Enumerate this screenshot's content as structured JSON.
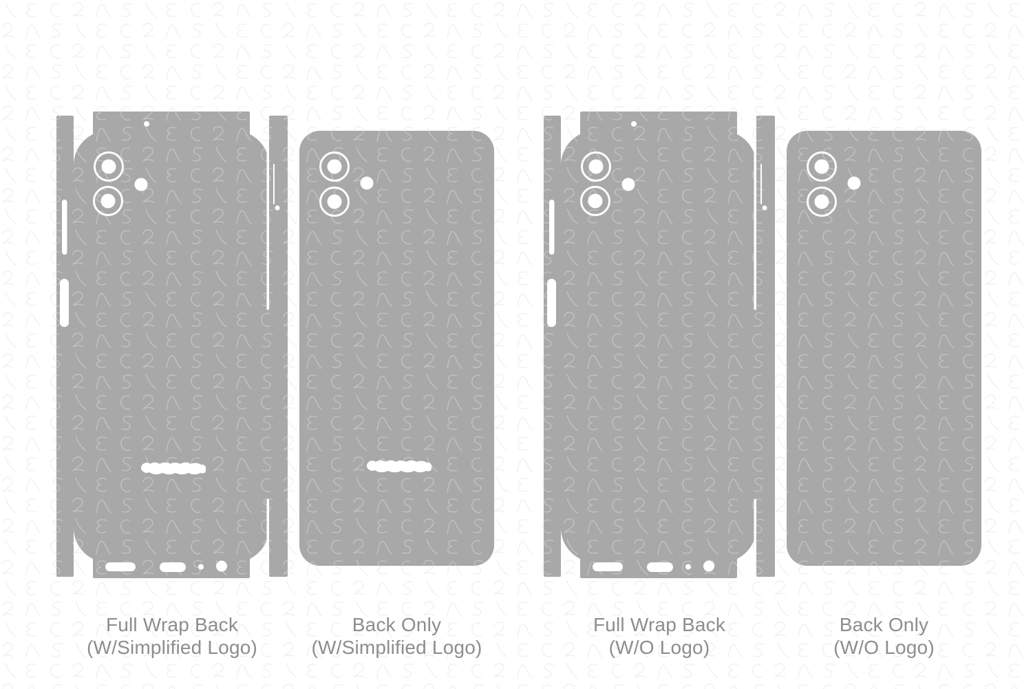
{
  "page": {
    "background_color": "#ffffff",
    "template_fill_color": "#a8a8a8",
    "cutout_color": "#ffffff",
    "caption_text_color": "#8d8d8d"
  },
  "watermark": {
    "pattern_text": "VECRAS",
    "line_color_on_white": "#ebebeb",
    "line_color_on_gray": "#b4b4b4"
  },
  "templates": [
    {
      "type": "full-wrap",
      "has_logo_cutout": true,
      "label_line1": "Full Wrap Back",
      "label_line2": "(W/Simplified Logo)"
    },
    {
      "type": "back-only",
      "has_logo_cutout": true,
      "label_line1": "Back Only",
      "label_line2": "(W/Simplified Logo)"
    },
    {
      "type": "full-wrap",
      "has_logo_cutout": false,
      "label_line1": "Full Wrap Back",
      "label_line2": "(W/O Logo)"
    },
    {
      "type": "back-only",
      "has_logo_cutout": false,
      "label_line1": "Back Only",
      "label_line2": "(W/O Logo)"
    }
  ]
}
